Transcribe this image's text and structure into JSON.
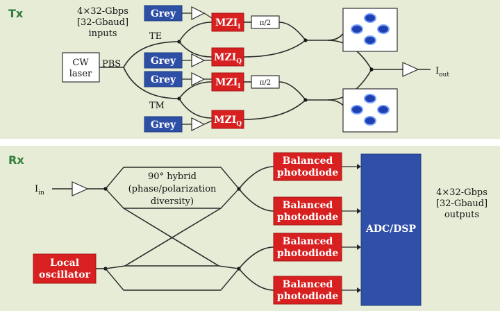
{
  "tx": {
    "section_label": "Tx",
    "inputs_label_1": "4×32-Gbps",
    "inputs_label_2": "[32-Gbaud]",
    "inputs_label_3": "inputs",
    "cw_laser_1": "CW",
    "cw_laser_2": "laser",
    "pbs": "PBS",
    "te": "TE",
    "tm": "TM",
    "grey": "Grey",
    "mzi_i_main": "MZI",
    "mzi_i_sub": "I",
    "mzi_q_main": "MZI",
    "mzi_q_sub": "Q",
    "phase_shift": "π/2",
    "output_main": "I",
    "output_sub": "out"
  },
  "rx": {
    "section_label": "Rx",
    "input_main": "I",
    "input_sub": "in",
    "hybrid_1": "90° hybrid",
    "hybrid_2": "(phase/polarization",
    "hybrid_3": "diversity)",
    "local_osc_1": "Local",
    "local_osc_2": "oscillator",
    "balanced_1": "Balanced",
    "balanced_2": "photodiode",
    "adc_dsp": "ADC/DSP",
    "outputs_1": "4×32-Gbps",
    "outputs_2": "[32-Gbaud]",
    "outputs_3": "outputs"
  },
  "colors": {
    "panel_bg": "#e6ecd6",
    "grey_block": "#2d4fa6",
    "red_block": "#d82020",
    "section_label": "#2f7d3a",
    "constellation": "#1e40b0"
  }
}
